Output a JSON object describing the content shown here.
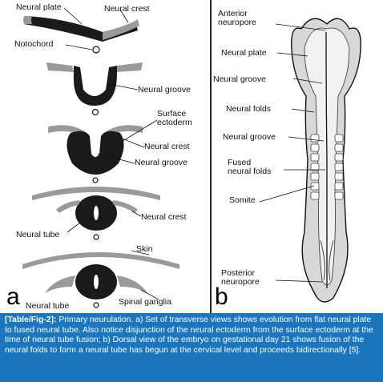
{
  "panel_a": {
    "letter": "a",
    "labels": {
      "neural_plate": "Neural plate",
      "neural_crest_top": "Neural crest",
      "notochord": "Notochord",
      "neural_groove_1": "Neural groove",
      "surface_ectoderm": "Surface\nectoderm",
      "neural_crest_2": "Neural crest",
      "neural_groove_2": "Neural groove",
      "neural_crest_3": "Neural crest",
      "neural_tube_1": "Neural tube",
      "skin": "Skin",
      "neural_tube_2": "Neural tube",
      "spinal_ganglia": "Spinal ganglia"
    }
  },
  "panel_b": {
    "letter": "b",
    "labels": {
      "anterior_neuropore": "Anterior\nneuropore",
      "neural_plate": "Neural plate",
      "neural_groove_1": "Neural groove",
      "neural_folds": "Neural folds",
      "neural_groove_2": "Neural groove",
      "fused_neural_folds": "Fused\nneural folds",
      "somite": "Somite",
      "posterior_neuropore": "Posterior\nneuropore"
    }
  },
  "caption": {
    "tag": "[Table/Fig-2]:",
    "text": " Primary neurulation. a) Set of transverse views shows evolution from flat neural plate to fused neural tube. Also notice disjunction of the neural ectoderm from the surface ectoderm at the time of neural tube fusion; b) Dorsal view of the embryo on gestational day 21 shows fusion of the neural folds to form a neural tube has begun at the cervical level and proceeds bidirectionally [5]."
  },
  "colors": {
    "caption_bg": "#1c76bd",
    "neural_tissue": "#1a1a1a",
    "ectoderm": "#bdbdbd"
  }
}
